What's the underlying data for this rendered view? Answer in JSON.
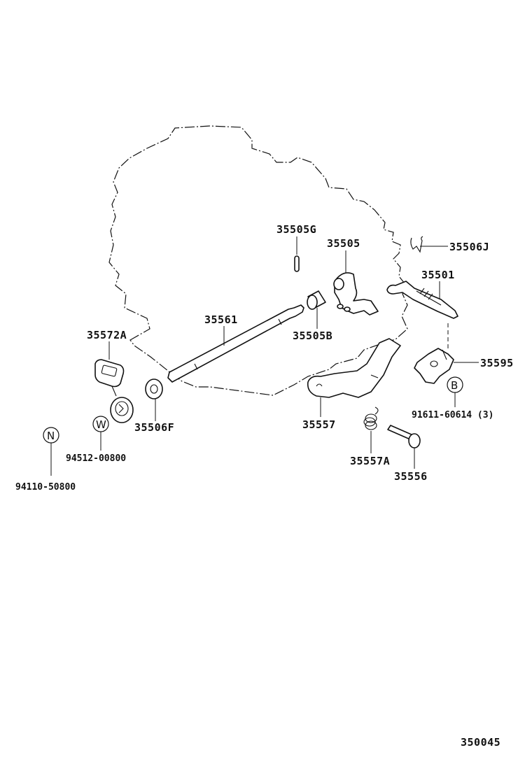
{
  "diagram": {
    "labels": {
      "p35505G": "35505G",
      "p35505": "35505",
      "p35506J": "35506J",
      "p35501": "35501",
      "p35561": "35561",
      "p35505B": "35505B",
      "p35572A": "35572A",
      "p35595": "35595",
      "pB_ref": "91611-60614 (3)",
      "p35506F": "35506F",
      "p35557": "35557",
      "p94512": "94512-00800",
      "p35557A": "35557A",
      "p35556": "35556",
      "p94110": "94110-50800"
    },
    "circle_letters": {
      "B": "B",
      "W": "W",
      "N": "N"
    },
    "figure_number": "350045"
  }
}
